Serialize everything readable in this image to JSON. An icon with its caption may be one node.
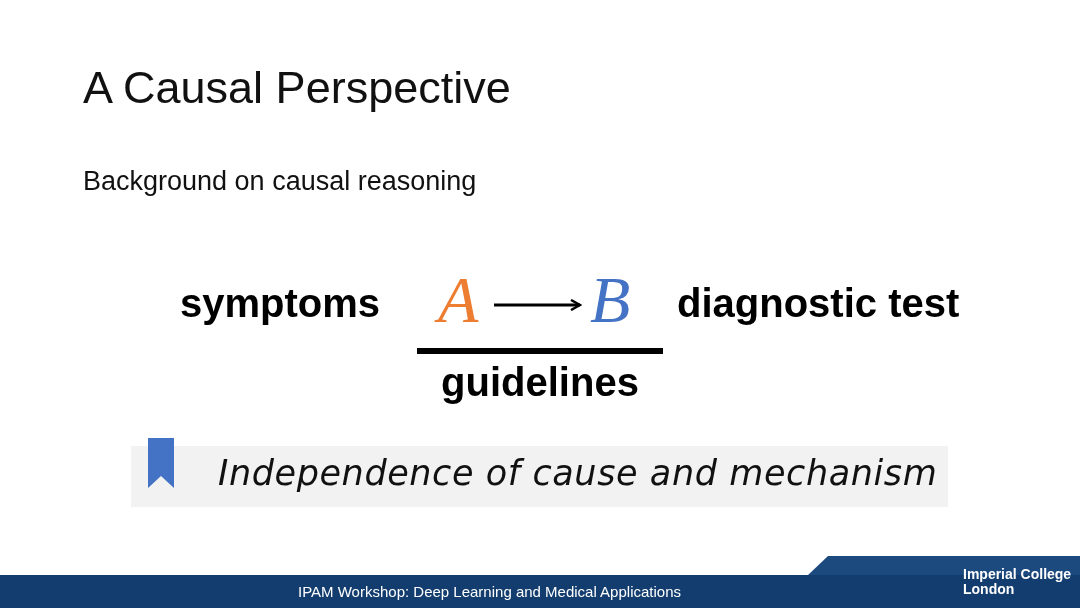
{
  "diagram": {
    "title": "A Causal Perspective",
    "nodes": [
      {
        "text": [
          "A"
        ],
        "beside": [
          "symptoms"
        ]
      },
      {
        "text": [
          "B"
        ],
        "beside": [
          "diagnostic test"
        ]
      }
    ],
    "edges": [
      {
        "from": 0,
        "to": 1,
        "arrow": "to"
      }
    ],
    "labels": [
      "Background on causal reasoning",
      "guidelines",
      "Independence of cause and mechanism",
      "IPAM Workshop: Deep Learning and Medical Applications",
      "Imperial College London"
    ]
  }
}
